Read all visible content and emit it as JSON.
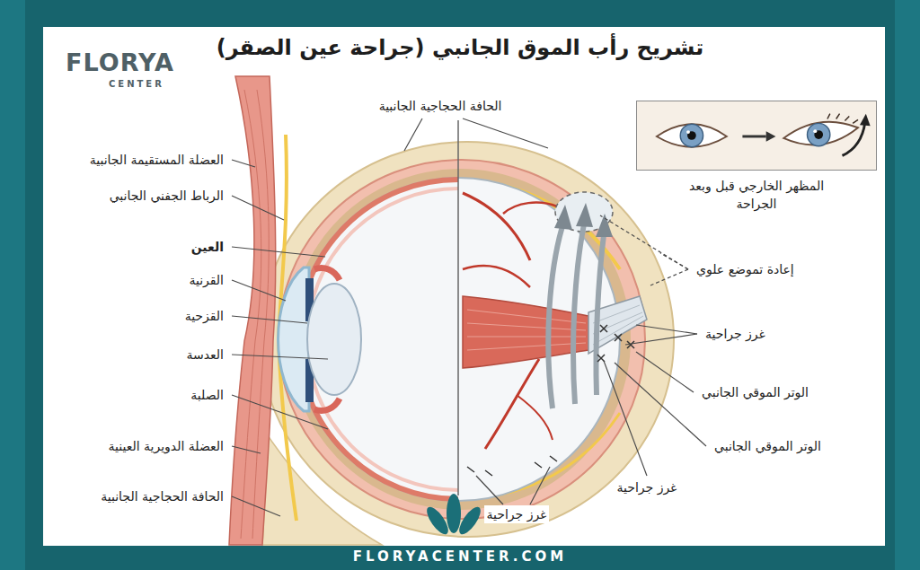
{
  "diagram": {
    "title": "تشريح رأب الموق الجانبي (جراحة عين الصقر)",
    "nodes": [
      {
        "text": [
          "المظهر الخارجي قبل وبعد الجراحة"
        ]
      }
    ],
    "labels": [
      "FLORYA",
      "CENTER",
      "العضلة المستقيمة الجانبية",
      "الرباط الجفني الجانبي",
      "العين",
      "القرنية",
      "القزحية",
      "العدسة",
      "الصلبة",
      "العضلة الدويرية العينية",
      "الحافة الحجاجية الجانبية",
      "الحافة الحجاجية الجانبية",
      "إعادة تموضع علوي",
      "غرز جراحية",
      "الوتر الموقي الجانبي",
      "الوتر الموقي الجانبي",
      "غرز جراحية",
      "غرز جراحية",
      "FLORYACENTER.COM"
    ]
  }
}
